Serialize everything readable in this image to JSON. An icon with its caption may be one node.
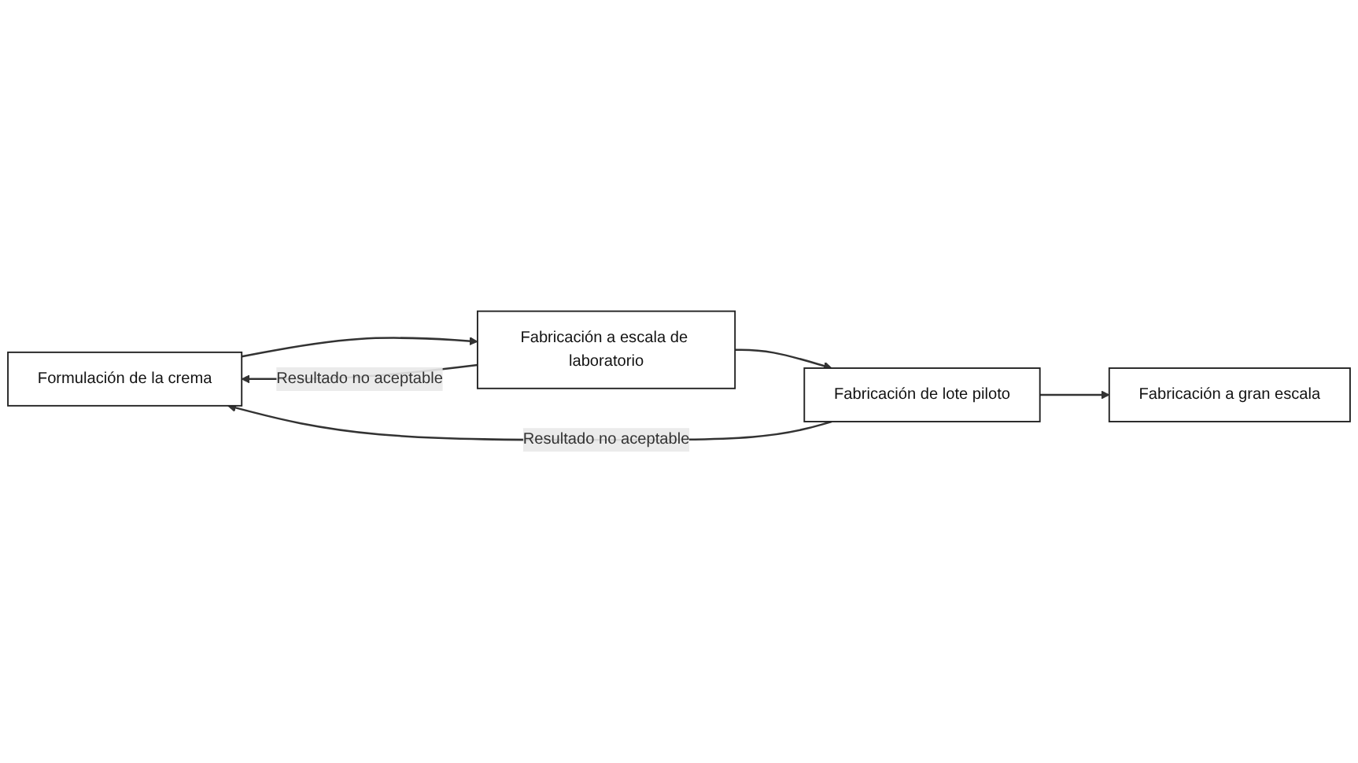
{
  "diagram": {
    "nodes": [
      {
        "text": [
          "Formulación de la crema"
        ]
      },
      {
        "text": [
          "Fabricación a escala de laboratorio"
        ]
      },
      {
        "text": [
          "Fabricación de lote piloto"
        ]
      },
      {
        "text": [
          "Fabricación a gran escala"
        ]
      }
    ],
    "edges": [
      {
        "from": 0,
        "to": 1,
        "arrow": "to"
      },
      {
        "from": 1,
        "to": 2,
        "arrow": "to"
      },
      {
        "from": 2,
        "to": 3,
        "arrow": "to"
      },
      {
        "from": 2,
        "to": 0,
        "arrow": "to",
        "label": "Resultado no aceptable"
      },
      {
        "from": 1,
        "to": 0,
        "arrow": "to",
        "label": "Resultado no aceptable"
      }
    ]
  }
}
